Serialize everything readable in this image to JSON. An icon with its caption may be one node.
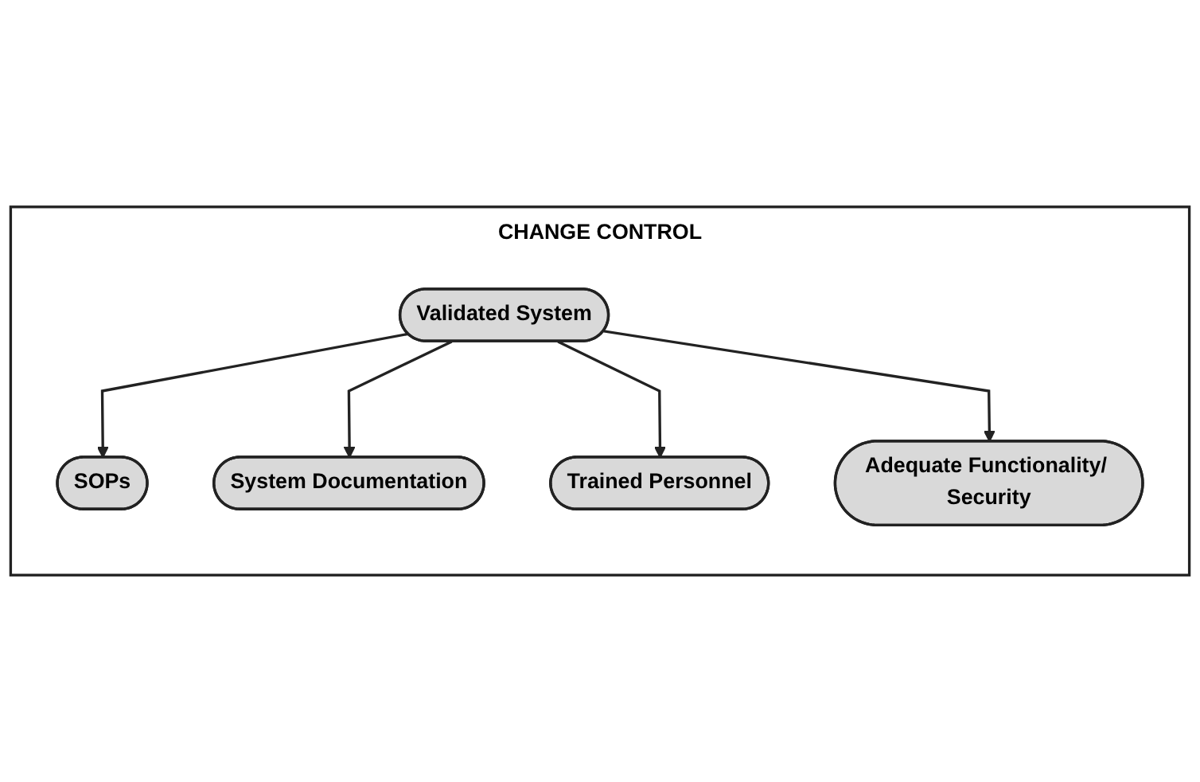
{
  "diagram": {
    "nodes": [
      {
        "text": [
          "CHANGE CONTROL"
        ]
      },
      {
        "text": [
          "SOPs"
        ],
        "in": 0
      },
      {
        "text": [
          "System Documentation"
        ],
        "in": 0
      },
      {
        "text": [
          "Validated System"
        ],
        "in": 0
      },
      {
        "text": [
          "Trained Personnel"
        ],
        "in": 0
      },
      {
        "text": [
          "Adequate Functionality/ Security"
        ],
        "in": 0
      }
    ],
    "edges": [
      {
        "from": 3,
        "to": 1,
        "arrow": "to"
      },
      {
        "from": 3,
        "to": 2,
        "arrow": "to"
      },
      {
        "from": 3,
        "to": 4,
        "arrow": "to"
      },
      {
        "from": 3,
        "to": 5,
        "arrow": "to"
      }
    ]
  }
}
